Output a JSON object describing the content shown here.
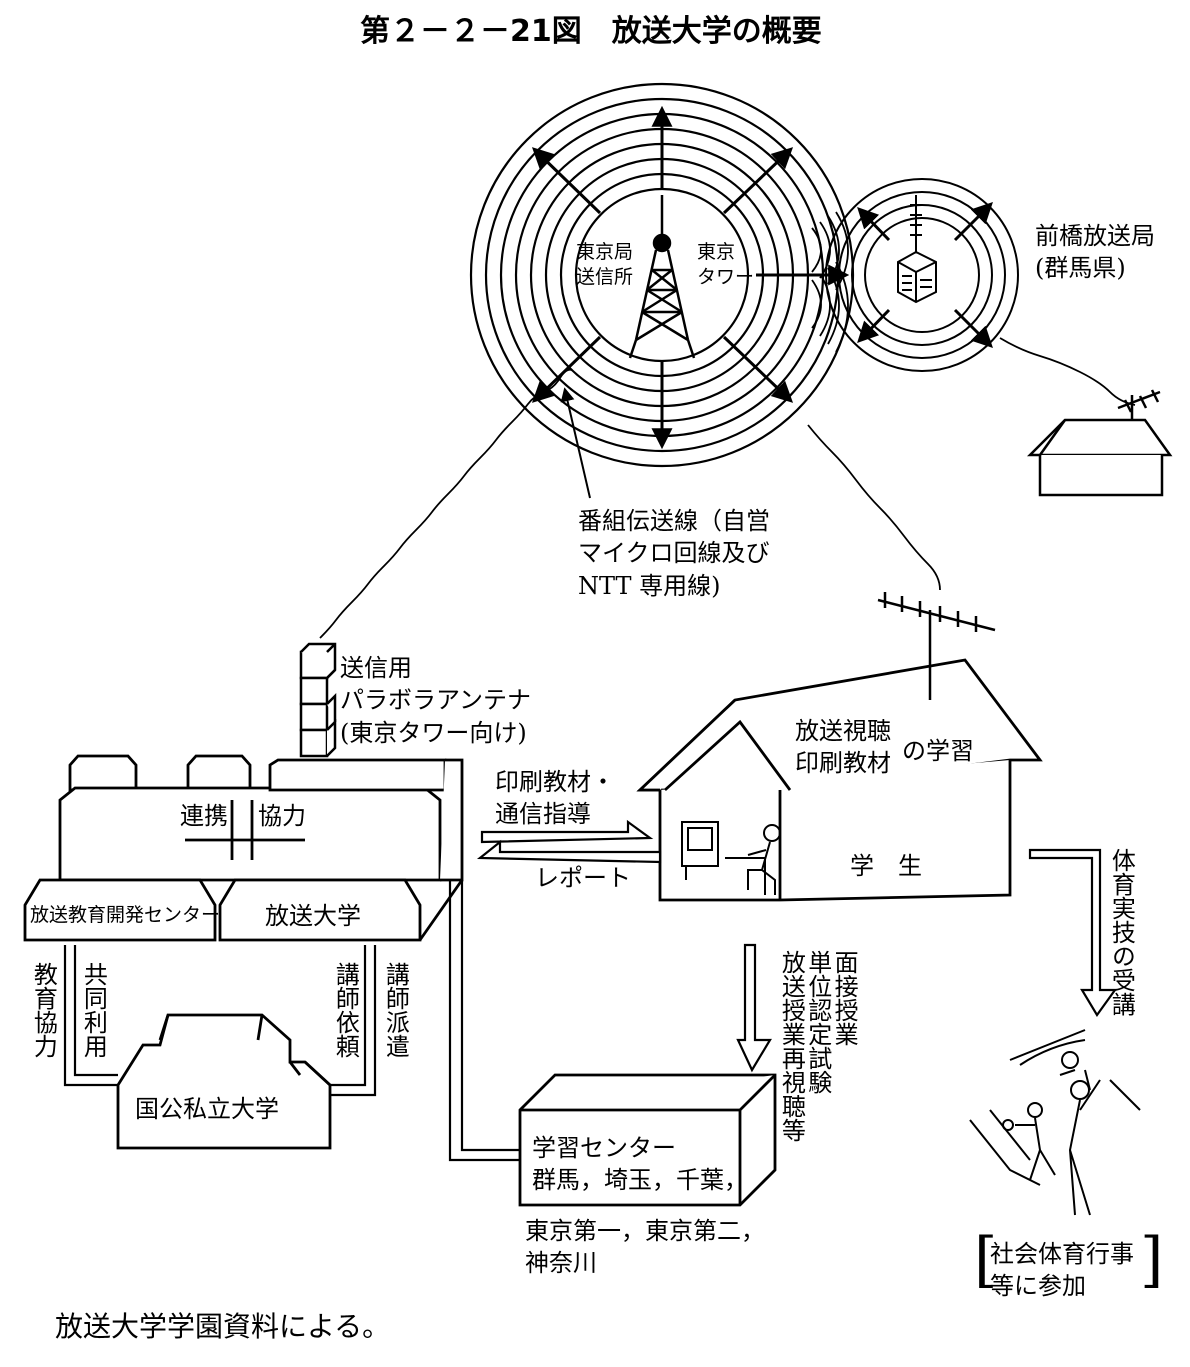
{
  "title": "第２－２－21図　放送大学の概要",
  "labels": {
    "tokyo_station": "東京局\n送信所",
    "tokyo_tower": "東京\nタワー",
    "maebashi": "前橋放送局\n(群馬県)",
    "program_line": "番組伝送線（自営\nマイクロ回線及び\nNTT 専用線)",
    "parabola": "送信用\nパラボラアンテナ\n(東京タワー向け)",
    "cooperation": "連携",
    "collaboration": "協力",
    "dev_center": "放送教育開発センター",
    "university": "放送大学",
    "print_guidance": "印刷教材・\n通信指導",
    "report": "レポート",
    "home_learning": "放送視聴\n印刷教材",
    "home_learning_suffix": "の学習",
    "student": "学　生",
    "pe": "体育実技の受講",
    "schooling": "面接授業\n単位認定試験\n放送授業再視聴等",
    "edu_coop": "教育協力",
    "shared_use": "共同利用",
    "lecturer_request": "講師依頼",
    "lecturer_dispatch": "講師派遣",
    "universities": "国公私立大学",
    "learning_center": "学習センター\n群馬，埼玉，千葉，",
    "learning_center_more": "東京第一，東京第二，\n神奈川",
    "social_pe": "社会体育行事\n等に参加"
  },
  "source": "放送大学学園資料による。"
}
